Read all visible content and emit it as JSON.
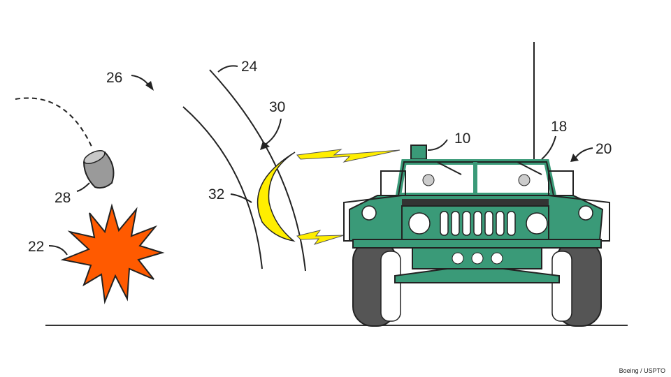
{
  "labels": {
    "vehicle": "10",
    "antenna": "18",
    "system": "20",
    "explosion": "22",
    "outer_arc": "24",
    "shockwave": "26",
    "projectile": "28",
    "field": "30",
    "plasma": "32"
  },
  "credit": "Boeing / USPTO",
  "colors": {
    "vehicle_green": "#3a9a78",
    "explosion_orange": "#ff5a00",
    "field_yellow": "#ffee00",
    "shell_gray": "#9a9a9a"
  }
}
